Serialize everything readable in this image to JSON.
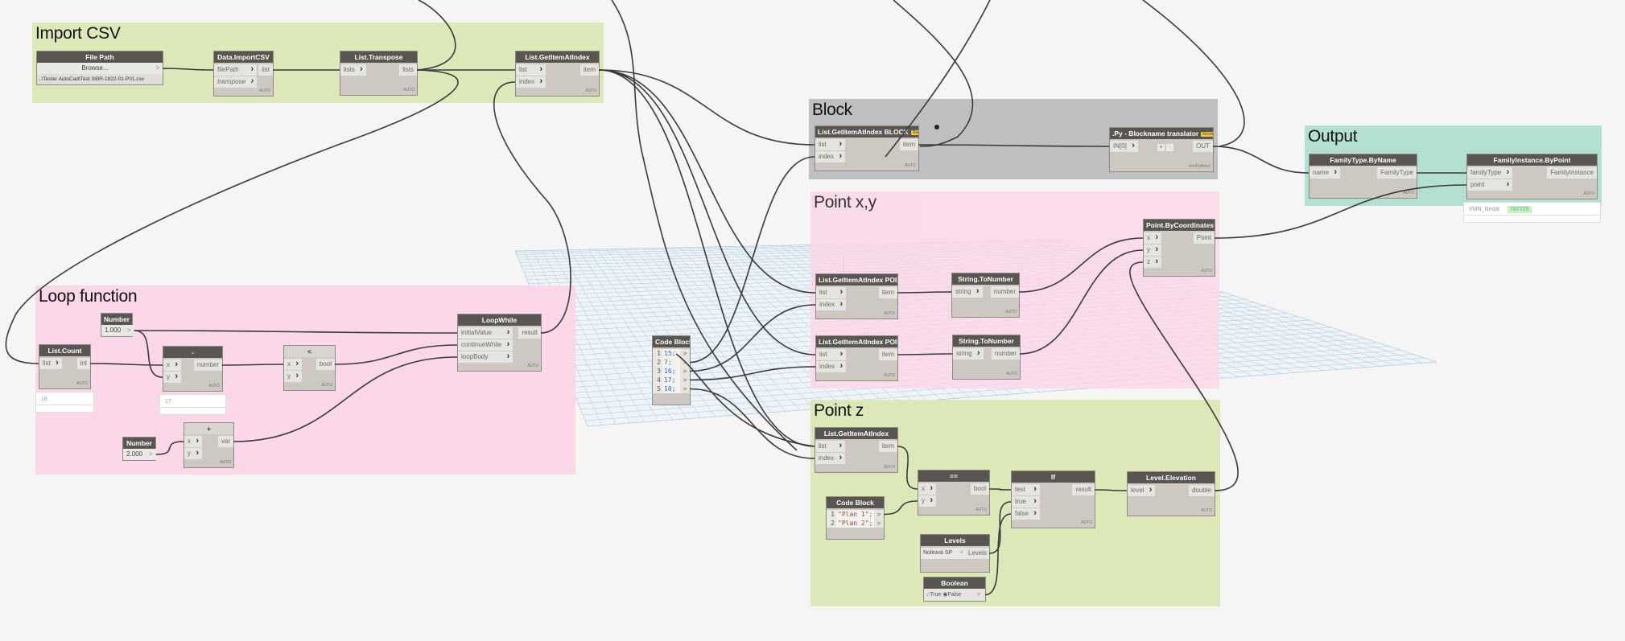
{
  "groups": [
    {
      "id": "import",
      "title": "Import CSV",
      "color": "#dde8b8"
    },
    {
      "id": "block",
      "title": "Block",
      "color": "#bfbfbf"
    },
    {
      "id": "pointxy",
      "title": "Point x,y",
      "color": "#fbd7e8"
    },
    {
      "id": "output",
      "title": "Output",
      "color": "#b3e0d0"
    },
    {
      "id": "loop",
      "title": "Loop function",
      "color": "#fbd7e8"
    },
    {
      "id": "pointz",
      "title": "Point z",
      "color": "#dde8b8"
    }
  ],
  "nodes": [
    {
      "id": "filepath",
      "title": "File Path",
      "kind": "filepath",
      "button": "Browse...",
      "arrow": ">",
      "value": "..\\Tester AutoCad\\Test 3\\BR-1822-01-P01.csv"
    },
    {
      "id": "importcsv",
      "title": "Data.ImportCSV",
      "inputs": [
        "filePath",
        "transpose"
      ],
      "outputs": [
        "list"
      ],
      "footer": "AUTO"
    },
    {
      "id": "transpose",
      "title": "List.Transpose",
      "inputs": [
        "lists"
      ],
      "outputs": [
        "lists"
      ],
      "footer": "AUTO"
    },
    {
      "id": "getitem",
      "title": "List.GetItemAtIndex",
      "inputs": [
        "list",
        "index"
      ],
      "outputs": [
        "item"
      ],
      "footer": "AUTO"
    },
    {
      "id": "getblock",
      "title": "List.GetItemAtIndex BLOCK",
      "badge": "Renamed",
      "inputs": [
        "list",
        "index"
      ],
      "outputs": [
        "item"
      ],
      "footer": "AUTO"
    },
    {
      "id": "python",
      "title": ".Py - Blockname translator",
      "badge": "Renamed",
      "inputs": [
        "IN[0]"
      ],
      "outputs": [
        "OUT"
      ],
      "footer": "IronPython2",
      "plusminus": [
        "+",
        "-"
      ]
    },
    {
      "id": "familytype",
      "title": "FamilyType.ByName",
      "inputs": [
        "name"
      ],
      "outputs": [
        "FamilyType"
      ],
      "footer": "AUTO"
    },
    {
      "id": "familyinst",
      "title": "FamilyInstance.ByPoint",
      "inputs": [
        "familyType",
        "point"
      ],
      "outputs": [
        "FamilyInstance"
      ],
      "footer": "AUTO",
      "preview": {
        "label": "VMN_Nedát",
        "value": "787725"
      }
    },
    {
      "id": "pointbc",
      "title": "Point.ByCoordinates",
      "inputs": [
        "x",
        "y",
        "z"
      ],
      "outputs": [
        "Point"
      ],
      "footer": "AUTO"
    },
    {
      "id": "getx",
      "title": "List.GetItemAtIndex POINT.X",
      "badge": "Renamed",
      "inputs": [
        "list",
        "index"
      ],
      "outputs": [
        "item"
      ],
      "footer": "AUTO"
    },
    {
      "id": "str1",
      "title": "String.ToNumber",
      "inputs": [
        "string"
      ],
      "outputs": [
        "number"
      ],
      "footer": "AUTO"
    },
    {
      "id": "gety",
      "title": "List.GetItemAtIndex POINT.Y",
      "badge": "Renamed",
      "inputs": [
        "list",
        "index"
      ],
      "outputs": [
        "item"
      ],
      "footer": "AUTO"
    },
    {
      "id": "str2",
      "title": "String.ToNumber",
      "inputs": [
        "string"
      ],
      "outputs": [
        "number"
      ],
      "footer": "AUTO"
    },
    {
      "id": "code1",
      "title": "Code Block",
      "kind": "code",
      "lines": [
        "15;",
        "7;",
        "16;",
        "17;",
        "10;"
      ]
    },
    {
      "id": "num1",
      "title": "Number",
      "kind": "number",
      "value": "1.000",
      "arrow": ">"
    },
    {
      "id": "listcount",
      "title": "List.Count",
      "inputs": [
        "list"
      ],
      "outputs": [
        "int"
      ],
      "footer": "AUTO",
      "preview": {
        "label": "18"
      }
    },
    {
      "id": "minus",
      "title": "-",
      "inputs": [
        "x",
        "y"
      ],
      "outputs": [
        "number"
      ],
      "footer": "AUTO",
      "preview": {
        "label": "17"
      }
    },
    {
      "id": "less",
      "title": "<",
      "inputs": [
        "x",
        "y"
      ],
      "outputs": [
        "bool"
      ],
      "footer": "AUTO",
      "light": true
    },
    {
      "id": "loopwhile",
      "title": "LoopWhile",
      "inputs": [
        "initialValue",
        "continueWhile",
        "loopBody"
      ],
      "outputs": [
        "result"
      ],
      "footer": "AUTO"
    },
    {
      "id": "num2",
      "title": "Number",
      "kind": "number",
      "value": "2.000",
      "arrow": ">"
    },
    {
      "id": "plus",
      "title": "+",
      "inputs": [
        "x",
        "y"
      ],
      "outputs": [
        "var"
      ],
      "footer": "AUTO",
      "light": true
    },
    {
      "id": "getz",
      "title": "List.GetItemAtIndex",
      "inputs": [
        "list",
        "index"
      ],
      "outputs": [
        "item"
      ],
      "footer": "AUTO"
    },
    {
      "id": "eq",
      "title": "==",
      "inputs": [
        "x",
        "y"
      ],
      "outputs": [
        "bool"
      ],
      "footer": "AUTO"
    },
    {
      "id": "if",
      "title": "If",
      "inputs": [
        "test",
        "true",
        "false"
      ],
      "outputs": [
        "result"
      ],
      "footer": "AUTO"
    },
    {
      "id": "levelelev",
      "title": "Level.Elevation",
      "inputs": [
        "level"
      ],
      "outputs": [
        "double"
      ],
      "footer": "AUTO"
    },
    {
      "id": "code2",
      "title": "Code Block",
      "kind": "code",
      "lines": [
        "\"Plan 1\";",
        "\"Plan 2\";"
      ],
      "str": true
    },
    {
      "id": "levels",
      "title": "Levels",
      "kind": "dropdown",
      "value": "Nolinivá SP",
      "outputs": [
        "Levels"
      ]
    },
    {
      "id": "boolean",
      "title": "Boolean",
      "kind": "boolean",
      "options": [
        "True",
        "False"
      ],
      "selected": "False",
      "arrow": ">"
    }
  ],
  "colors": {
    "canvas": "#f5f5f5",
    "node_header": "#595652",
    "node_body": "#cdc9c2",
    "wire": "#3a3a3a"
  }
}
